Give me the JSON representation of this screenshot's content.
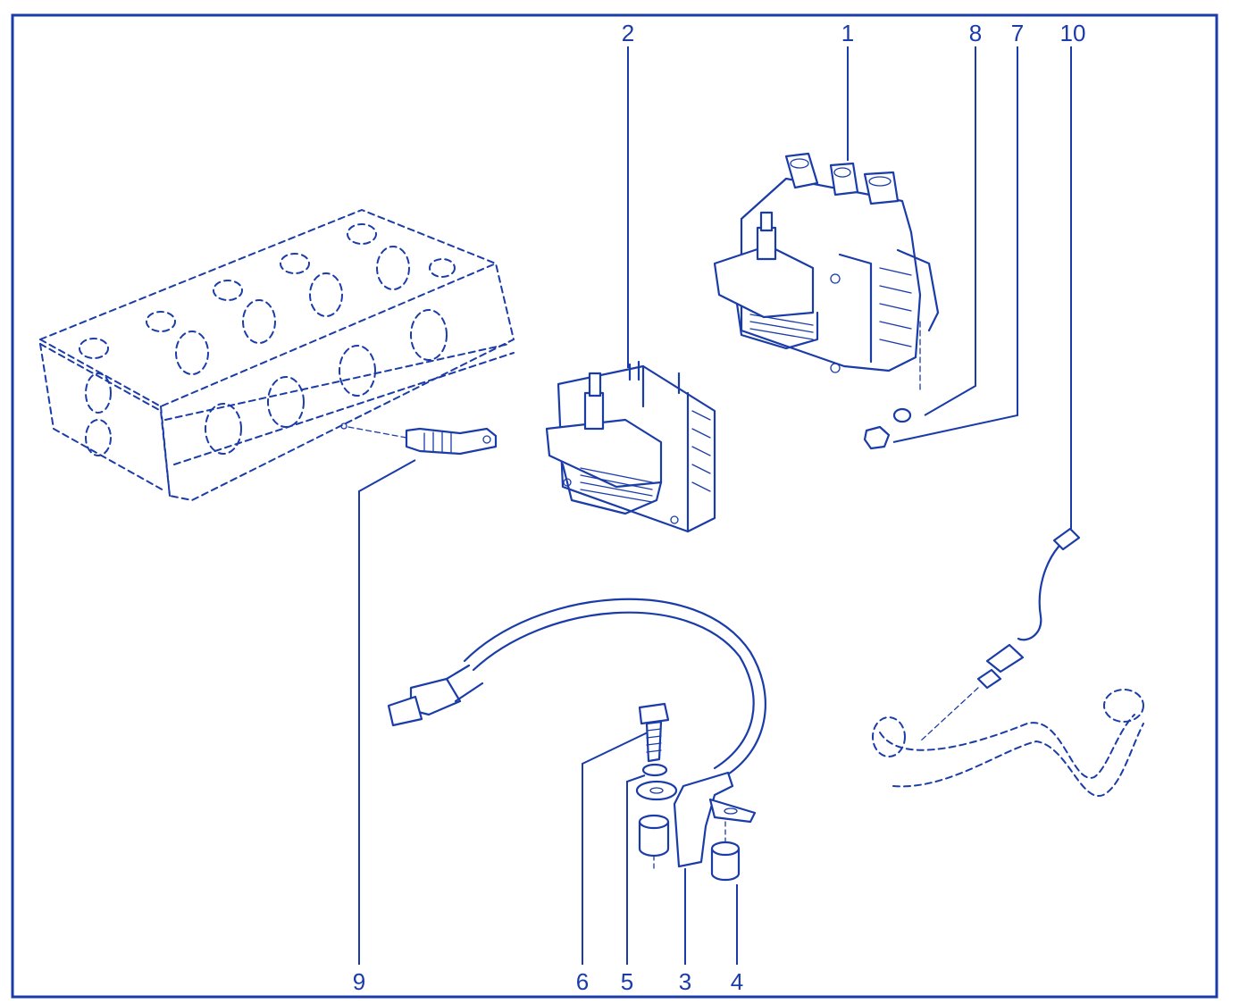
{
  "diagram": {
    "callouts": [
      "1",
      "2",
      "3",
      "4",
      "5",
      "6",
      "7",
      "8",
      "9",
      "10"
    ]
  },
  "colors": {
    "line": "#1a3ca8",
    "background": "#ffffff"
  }
}
